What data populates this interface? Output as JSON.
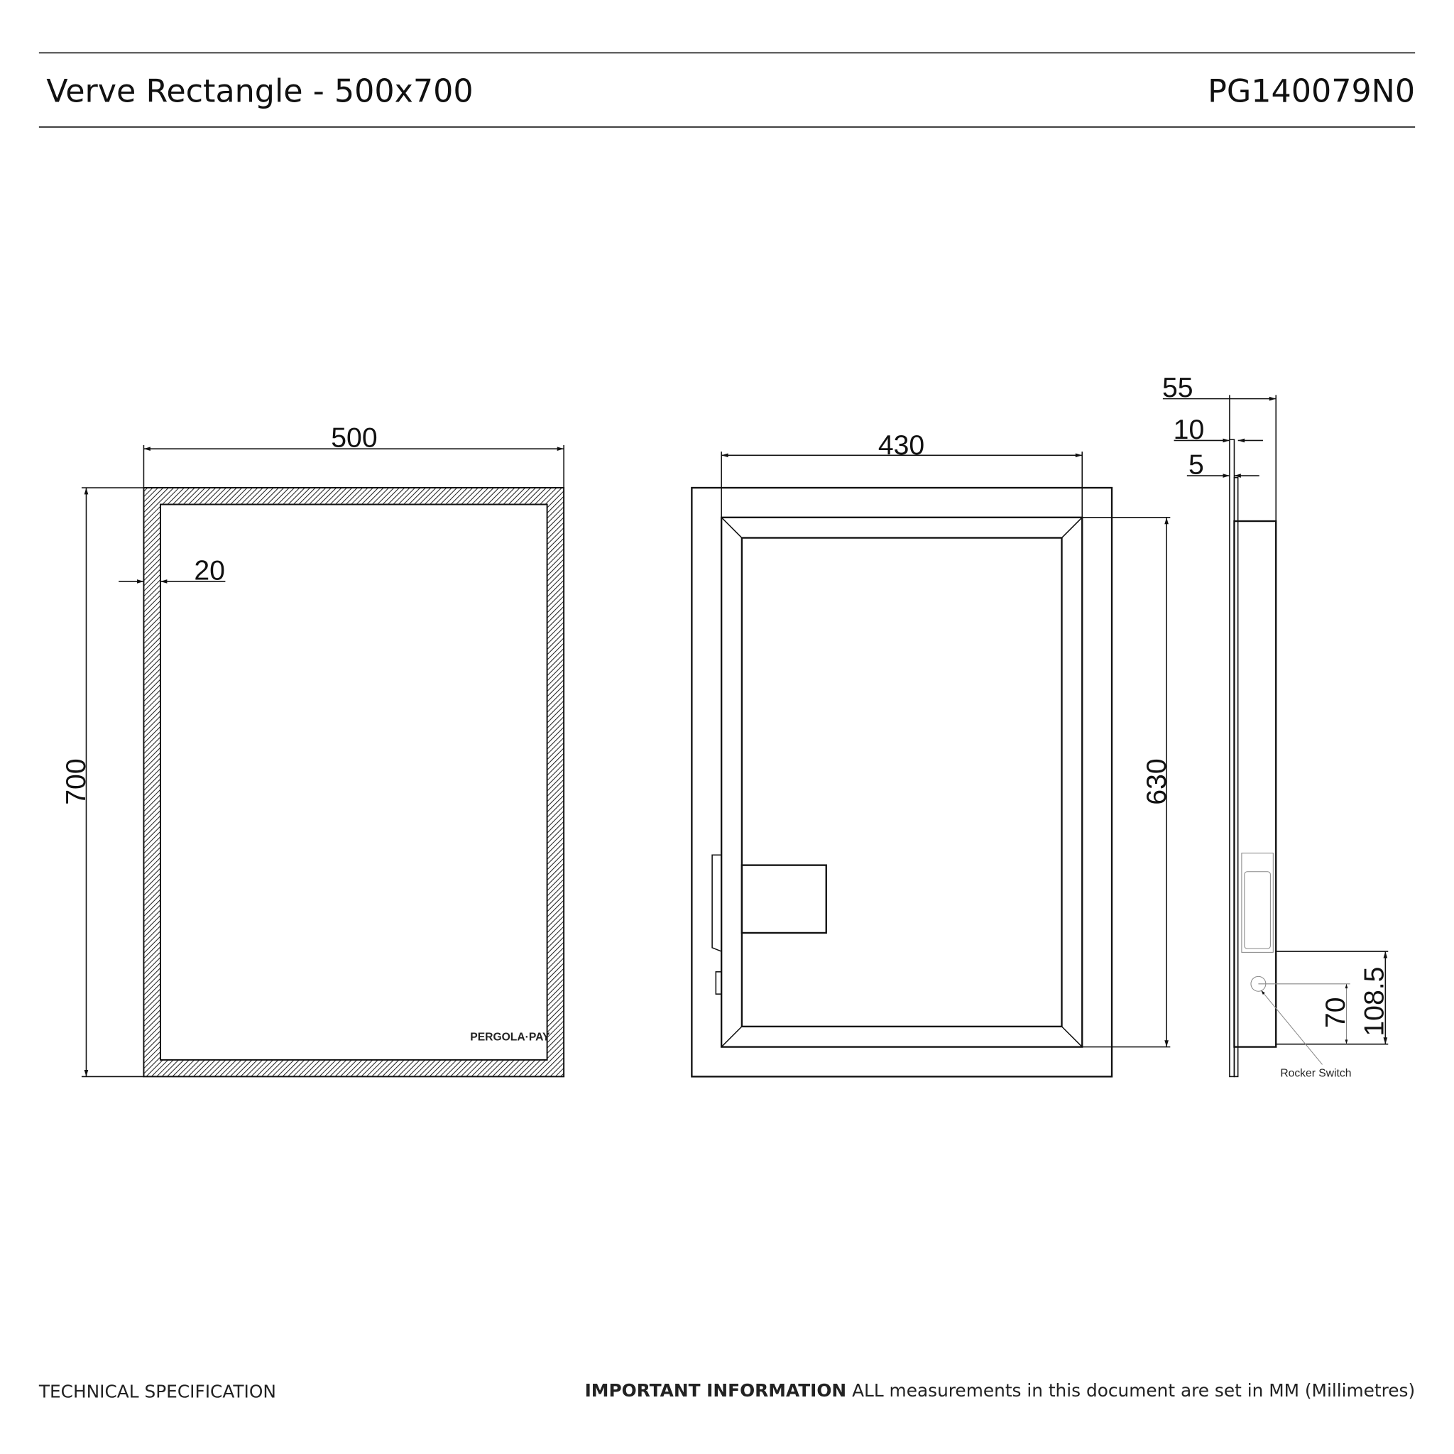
{
  "header": {
    "title": "Verve Rectangle - 500x700",
    "product_code": "PG140079N0"
  },
  "front_view": {
    "width_dim": "500",
    "height_dim": "700",
    "frame_dim": "20",
    "logo_text": "PERGOLA·PAY"
  },
  "back_view": {
    "width_dim": "430",
    "height_dim": "630"
  },
  "side_view": {
    "depth_dim": "55",
    "glass_dim": "10",
    "offset_dim": "5",
    "switch_dim_1": "70",
    "switch_dim_2": "108.5",
    "switch_label": "Rocker Switch"
  },
  "footer": {
    "left": "TECHNICAL SPECIFICATION",
    "important_label": "IMPORTANT INFORMATION",
    "important_text": " ALL measurements in this document are set in MM (Millimetres)"
  }
}
